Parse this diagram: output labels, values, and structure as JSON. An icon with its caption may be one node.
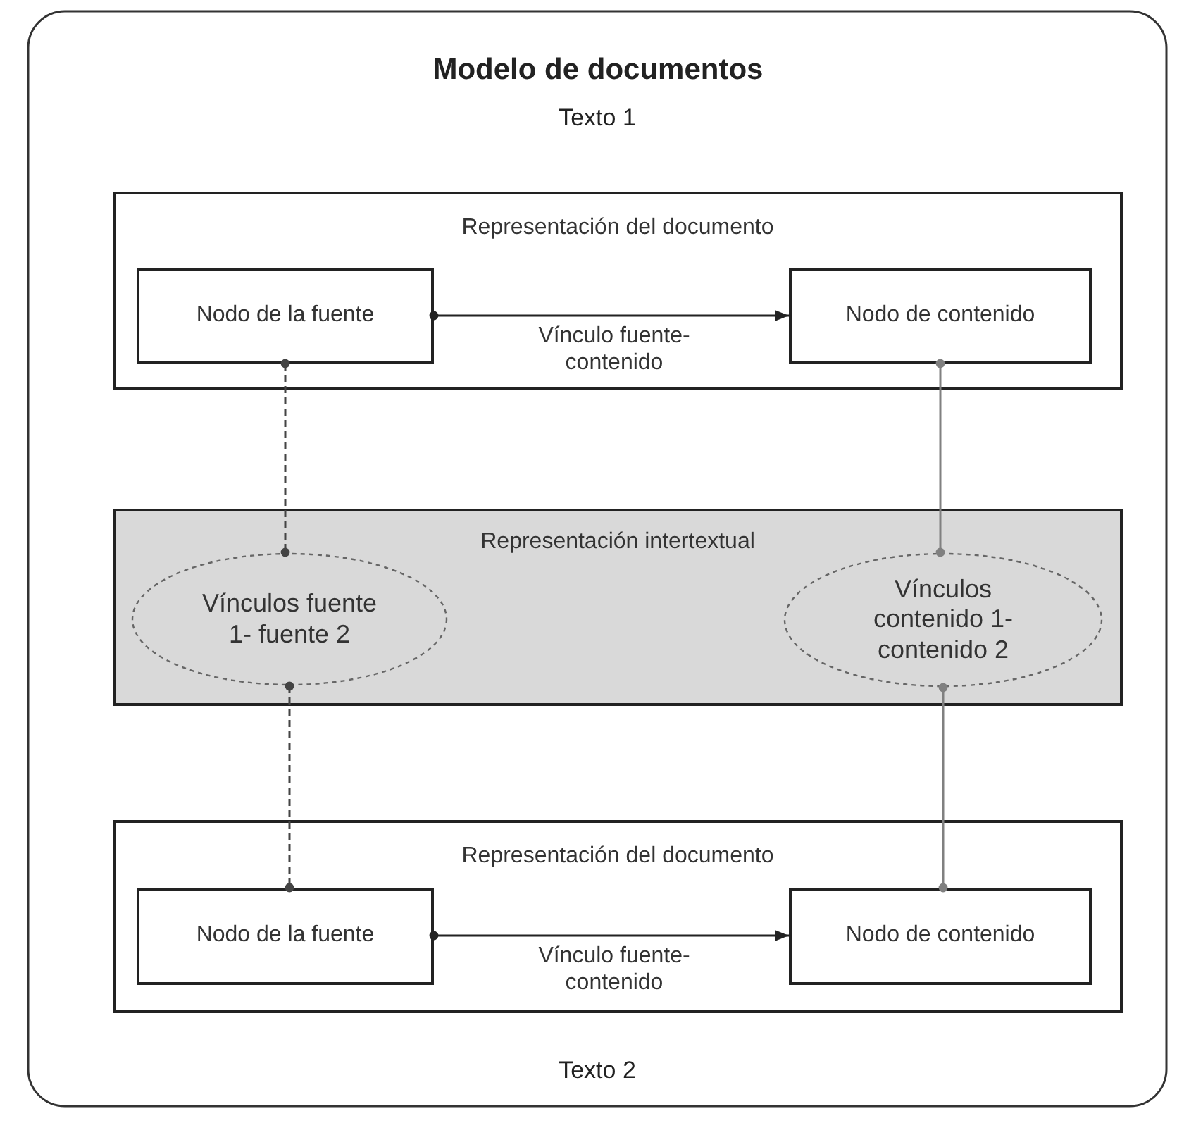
{
  "diagram": {
    "title": "Modelo de documentos",
    "nodes": [
      {
        "text": [
          "Representación del documento"
        ]
      },
      {
        "text": [
          "Nodo de la fuente"
        ],
        "in": 0
      },
      {
        "text": [
          "Nodo de contenido"
        ],
        "in": 0
      },
      {
        "text": [
          "Representación intertextual"
        ]
      },
      {
        "text": [
          "Vínculos fuente 1- fuente 2"
        ],
        "in": 3
      },
      {
        "text": [
          "Vínculos contenido 1- contenido 2"
        ],
        "in": 3
      },
      {
        "text": [
          "Representación del documento"
        ]
      },
      {
        "text": [
          "Nodo de la fuente"
        ],
        "in": 6
      },
      {
        "text": [
          "Nodo de contenido"
        ],
        "in": 6
      }
    ],
    "edges": [
      {
        "from": 1,
        "to": 2,
        "arrow": "to",
        "label": "Vínculo fuente-contenido"
      },
      {
        "from": 1,
        "to": 4,
        "arrow": "other",
        "style": "dashed"
      },
      {
        "from": 2,
        "to": 5,
        "arrow": "other",
        "color": "#808080"
      },
      {
        "from": 4,
        "to": 7,
        "arrow": "other",
        "style": "dashed"
      },
      {
        "from": 5,
        "to": 8,
        "arrow": "other",
        "color": "#808080"
      },
      {
        "from": 7,
        "to": 8,
        "arrow": "to",
        "label": "Vínculo fuente-contenido"
      }
    ],
    "labels": [
      "Texto 1",
      "Texto 2"
    ]
  }
}
